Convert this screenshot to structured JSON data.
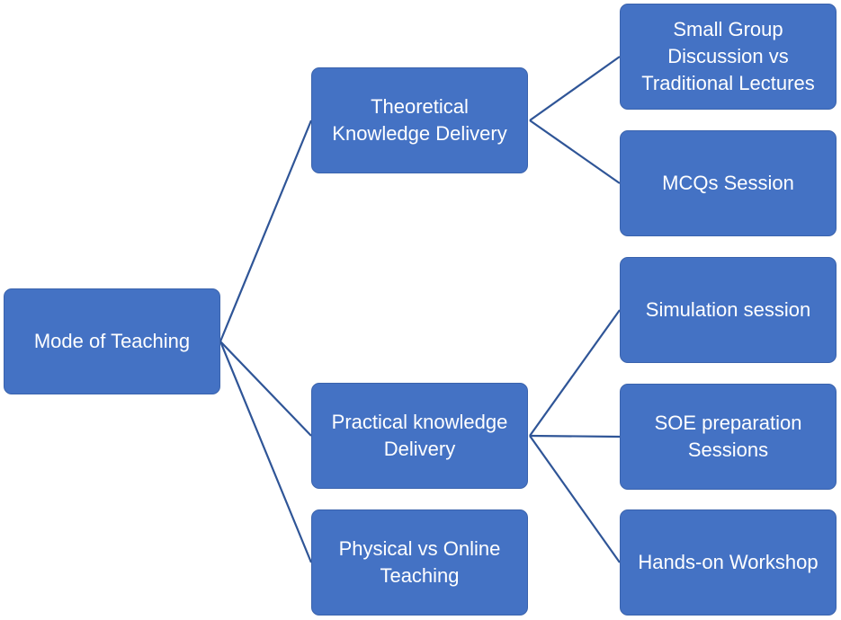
{
  "root": {
    "label": "Mode of Teaching"
  },
  "level1": {
    "theoretical": {
      "line1": "Theoretical",
      "line2": "Knowledge Delivery"
    },
    "practical": {
      "line1": "Practical knowledge",
      "line2": "Delivery"
    },
    "physical": {
      "line1": "Physical vs Online",
      "line2": "Teaching"
    }
  },
  "level2": {
    "small_group": {
      "line1": "Small Group",
      "line2": "Discussion vs",
      "line3": "Traditional Lectures"
    },
    "mcqs": {
      "label": "MCQs Session"
    },
    "simulation": {
      "label": "Simulation session"
    },
    "soe": {
      "line1": "SOE preparation",
      "line2": "Sessions"
    },
    "hands_on": {
      "label": "Hands-on Workshop"
    }
  },
  "colors": {
    "node_fill": "#4472c4",
    "node_border": "#3a63ad",
    "connector": "#2f5597",
    "text": "#ffffff"
  }
}
